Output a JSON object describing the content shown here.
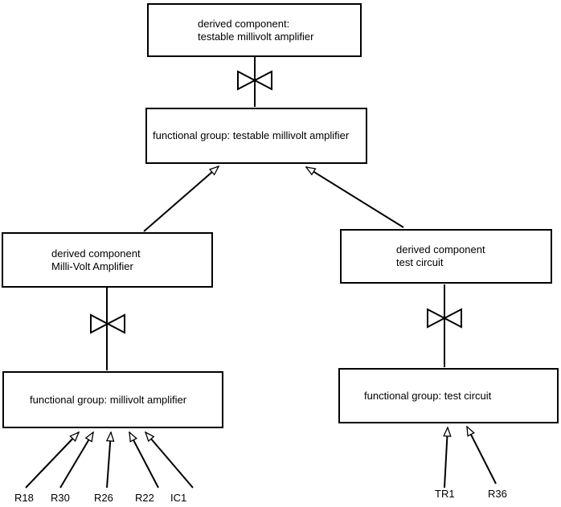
{
  "colors": {
    "background": "#ffffff",
    "line": "#000000",
    "text": "#000000"
  },
  "icons": {
    "bowtie": "⋈"
  },
  "boxes": {
    "top_derived": {
      "line1": "derived component:",
      "line2": "testable millivolt amplifier"
    },
    "fg_testable": {
      "label": "functional group: testable millivolt amplifier"
    },
    "dc_millivolt": {
      "line1": "derived component",
      "line2": "Milli-Volt Amplifier"
    },
    "dc_test": {
      "line1": "derived component",
      "line2": "test circuit"
    },
    "fg_millivolt": {
      "label": "functional group: millivolt amplifier"
    },
    "fg_test": {
      "label": "functional group: test circuit"
    }
  },
  "component_labels": {
    "r18": "R18",
    "r30": "R30",
    "r26": "R26",
    "r22": "R22",
    "ic1": "IC1",
    "tr1": "TR1",
    "r36": "R36"
  }
}
